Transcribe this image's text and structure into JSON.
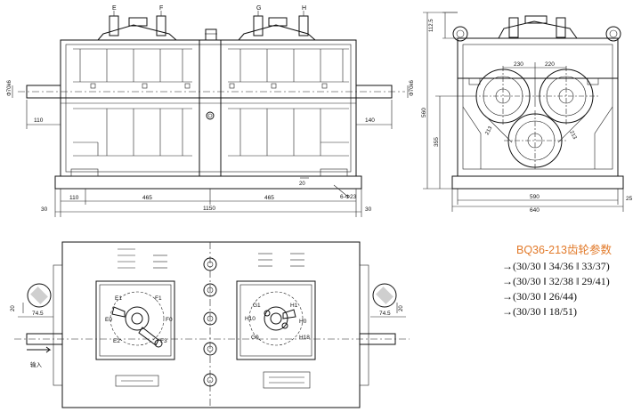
{
  "front_view": {
    "shaft_labels": [
      "E",
      "F",
      "G",
      "H"
    ],
    "dims": {
      "d_left": "Φ70k6",
      "d_right": "Φ70k6",
      "shaft_left": "110",
      "shaft_right": "140",
      "d110": "110",
      "d465a": "465",
      "d465b": "465",
      "d20": "20",
      "bolts": "6-Φ23",
      "d30a": "30",
      "d1150": "1150",
      "d30b": "30"
    }
  },
  "side_view": {
    "dims": {
      "d112": "112.5",
      "d560": "560",
      "d355": "355",
      "d230": "230",
      "d220": "220",
      "d213a": "213",
      "d213b": "213",
      "d590": "590",
      "d640": "640",
      "d25": "25"
    }
  },
  "top_view": {
    "left_labels": [
      "E1",
      "E0",
      "E2",
      "F1",
      "F0",
      "F3"
    ],
    "right_labels": [
      "G1",
      "G0",
      "H1",
      "H0",
      "H10",
      "H18"
    ],
    "dims": {
      "d20a": "20",
      "d745a": "74.5",
      "d20b": "20",
      "d745b": "74.5"
    },
    "input_label": "输入"
  },
  "gear_params": {
    "title": "BQ36-213齿轮参数",
    "rows": [
      "→(30/30 ‖ 34/36 ‖ 33/37)",
      "→(30/30 ‖ 32/38 ‖ 29/41)",
      "→(30/30 ‖ 26/44)",
      "→(30/30 ‖ 18/51)"
    ]
  }
}
